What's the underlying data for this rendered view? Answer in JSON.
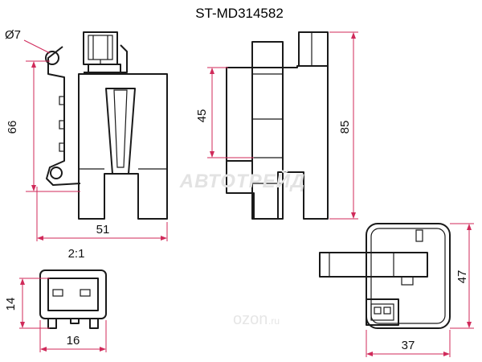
{
  "title": "ST-MD314582",
  "dimensions": {
    "hole_diameter": "Ø7",
    "front_height": "66",
    "front_width": "51",
    "side_height_inner": "45",
    "side_height_total": "85",
    "scale": "2:1",
    "connector_height": "14",
    "connector_width": "16",
    "top_height": "47",
    "top_width": "37"
  },
  "watermarks": {
    "brand": "АВТОТРЕЙД",
    "site_main": "ozon",
    "site_suffix": ".ru"
  },
  "colors": {
    "dimension_lines": "#d02a5a",
    "part_outline": "#1a1a1a"
  }
}
